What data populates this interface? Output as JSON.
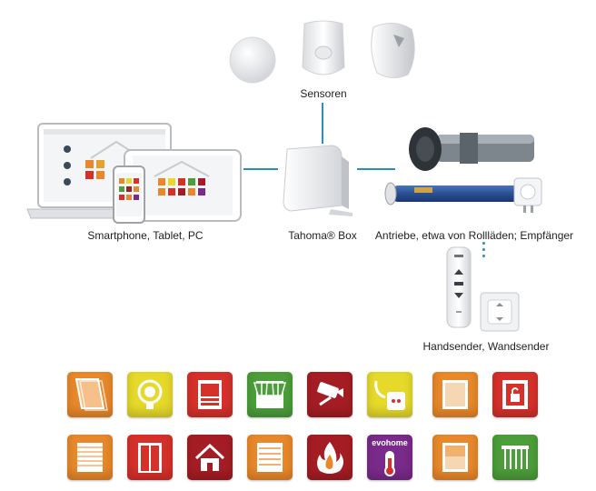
{
  "labels": {
    "sensors": "Sensoren",
    "box": "Tahoma® Box",
    "devices": "Smartphone, Tablet, PC",
    "actuators": "Antriebe, etwa von Rollläden; Empfänger",
    "remotes": "Handsender, Wandsender"
  },
  "logo": {
    "text": "evohome"
  },
  "tiles": [
    {
      "icon": "blinds-icon",
      "color": "#e8882a"
    },
    {
      "icon": "light-bulb-icon",
      "color": "#e6d92a"
    },
    {
      "icon": "shutter-icon",
      "color": "#d6302a"
    },
    {
      "icon": "awning-icon",
      "color": "#4c9e3a"
    },
    {
      "icon": "camera-icon",
      "color": "#a51d24"
    },
    {
      "icon": "plug-icon",
      "color": "#e6d92a"
    },
    {
      "icon": "window-icon",
      "color": "#e8882a"
    },
    {
      "icon": "lock-icon",
      "color": "#d6302a"
    },
    {
      "icon": "roller-shutter-icon",
      "color": "#e8882a"
    },
    {
      "icon": "door-icon",
      "color": "#d6302a"
    },
    {
      "icon": "house-alarm-icon",
      "color": "#a51d24"
    },
    {
      "icon": "venetian-blind-icon",
      "color": "#e8882a"
    },
    {
      "icon": "fire-icon",
      "color": "#a51d24"
    },
    {
      "icon": "evohome-thermometer-icon",
      "color": "#7a2a8a"
    },
    {
      "icon": "blind-window-icon",
      "color": "#e8882a"
    },
    {
      "icon": "garden-gate-icon",
      "color": "#4c9e3a"
    }
  ]
}
